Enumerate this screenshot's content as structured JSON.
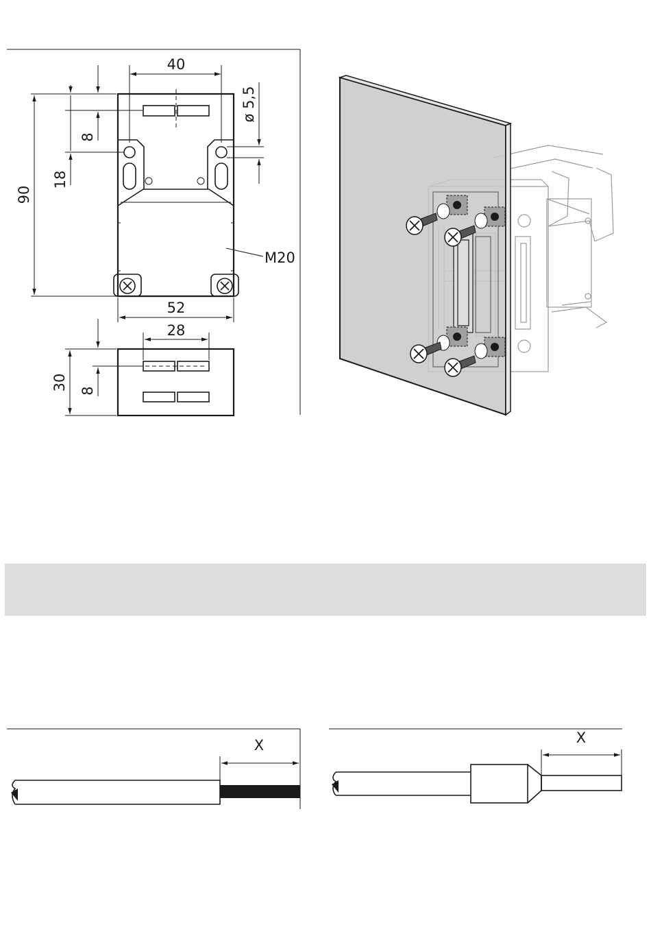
{
  "drawing": {
    "dimensions": {
      "width_top": "40",
      "hole_diameter": "ø 5,5",
      "offset_top": "8",
      "offset_holes": "18",
      "height_total": "90",
      "thread": "M20",
      "width_base": "52",
      "width_actuator": "28",
      "actuator_height": "30",
      "actuator_offset": "8"
    }
  },
  "wiring": {
    "strip_length_left": "X",
    "strip_length_right": "X"
  },
  "colors": {
    "line": "#1a1a1a",
    "panel": "#c8c8c8",
    "band": "#dcdcdc"
  }
}
